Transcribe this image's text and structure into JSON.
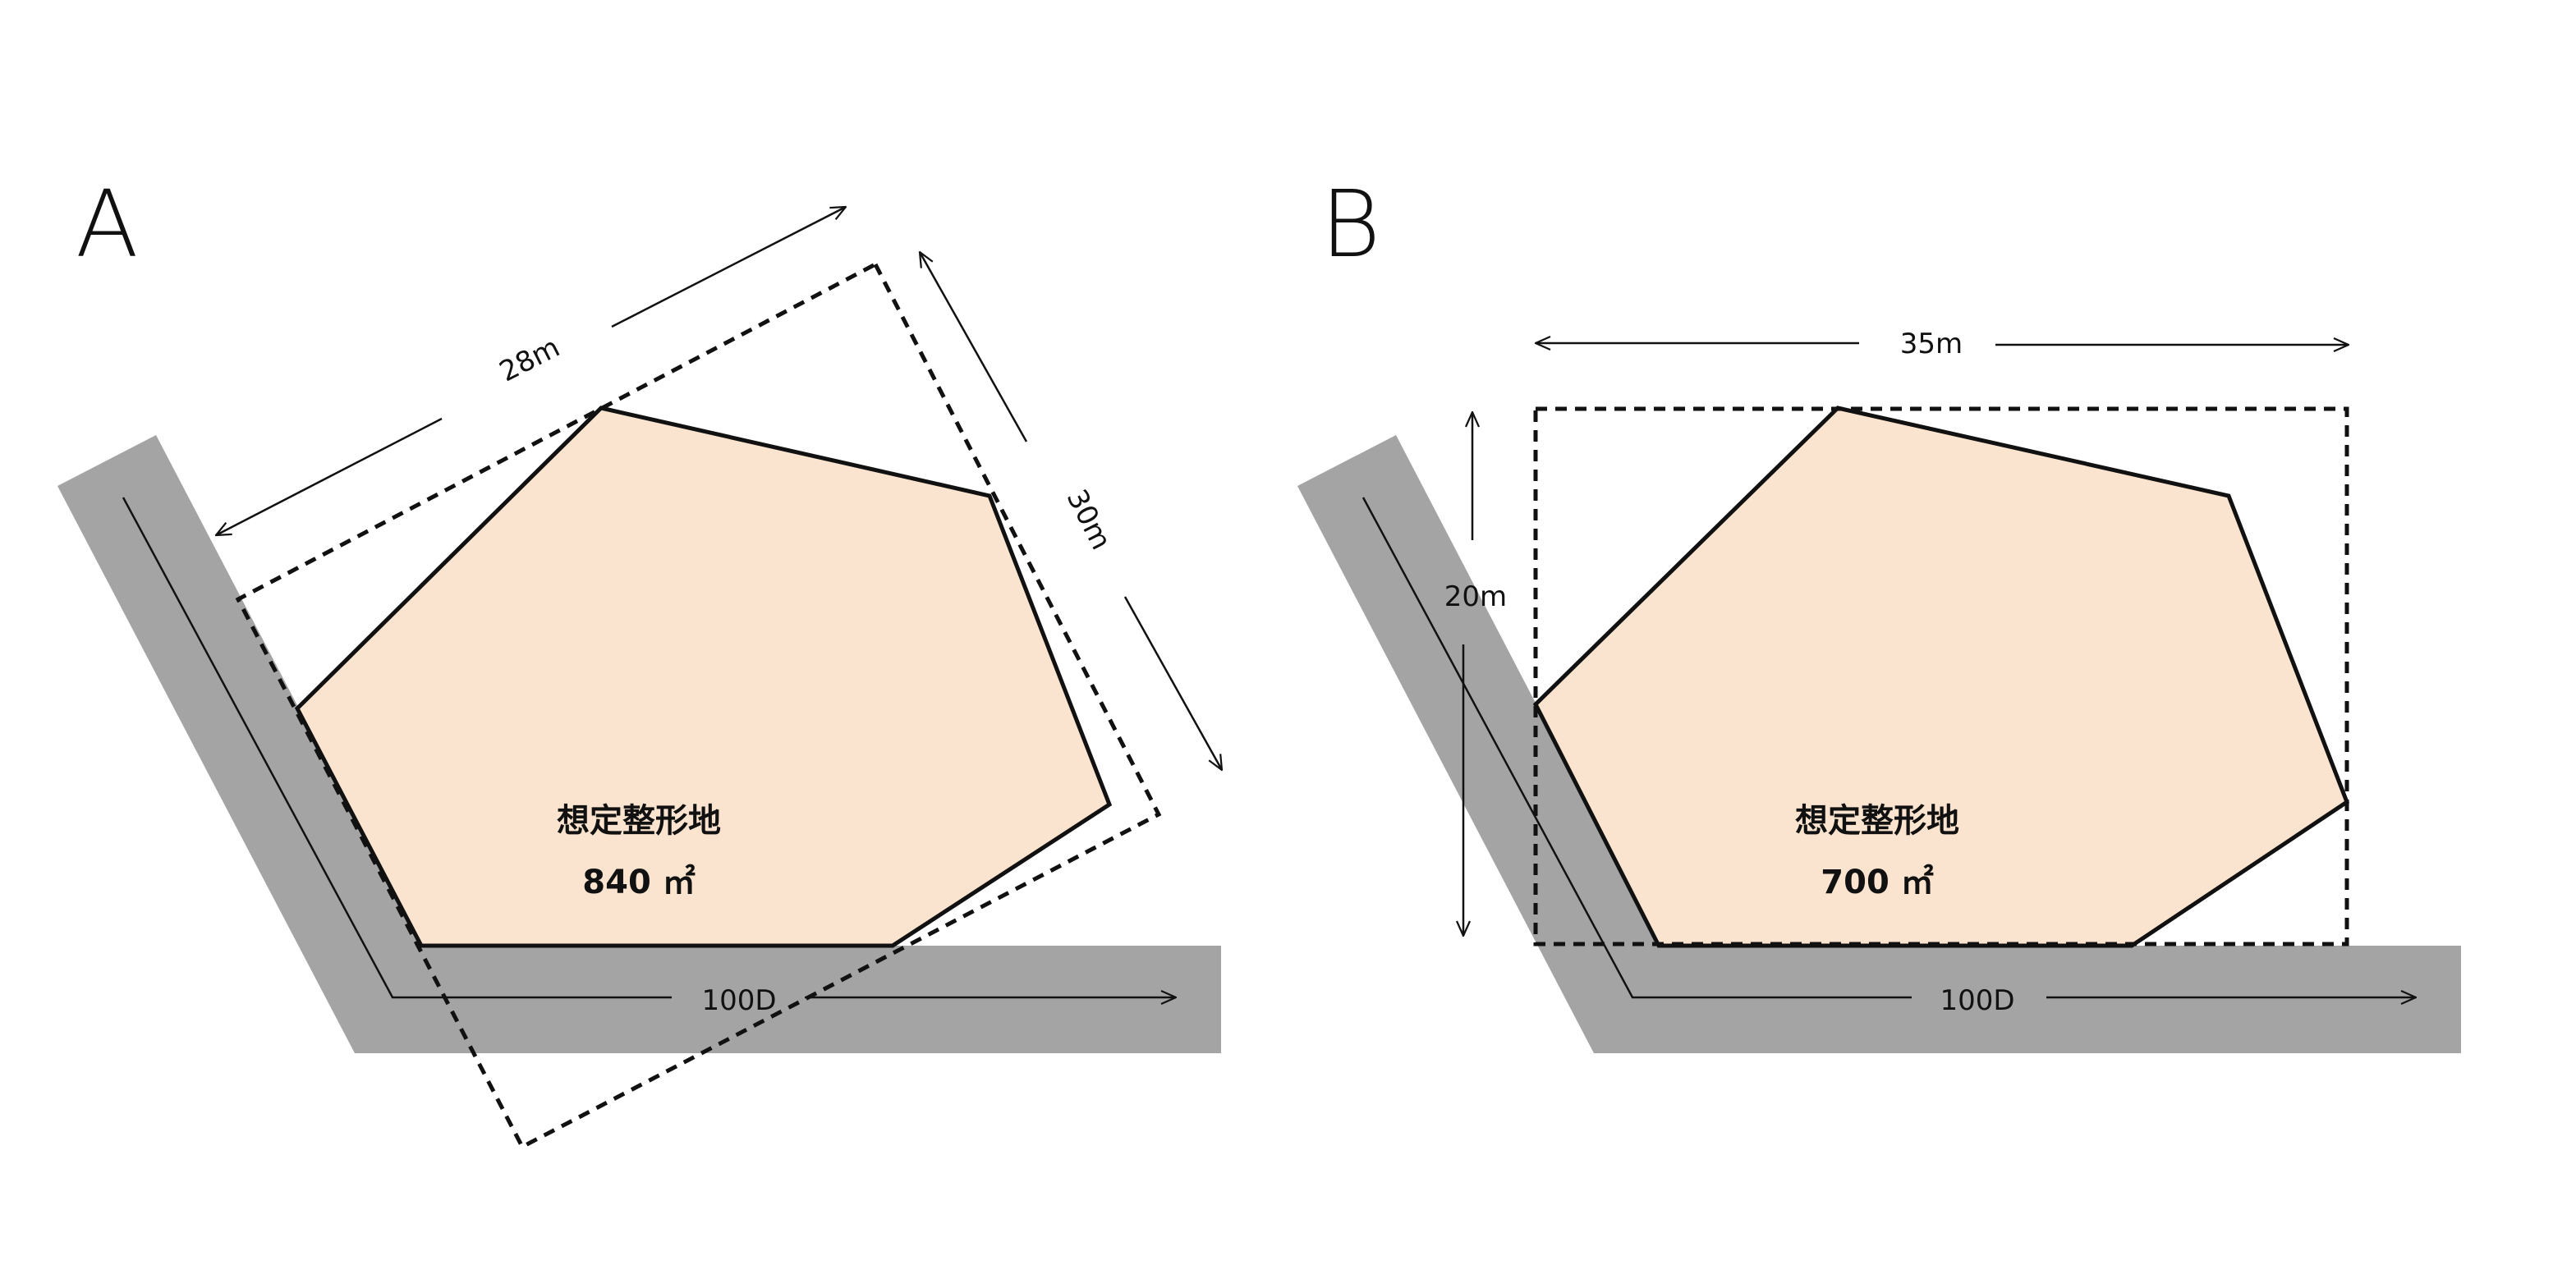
{
  "colors": {
    "road": "#a4a4a4",
    "lot_fill": "#fae4cf",
    "lot_stroke": "#111111",
    "background": "#ffffff"
  },
  "diagrams": [
    {
      "label": "A",
      "dim_width": "28m",
      "dim_depth": "30m",
      "road_label": "100D",
      "lot_title": "想定整形地",
      "lot_area": "840 ㎡"
    },
    {
      "label": "B",
      "dim_width": "35m",
      "dim_depth": "20m",
      "road_label": "100D",
      "lot_title": "想定整形地",
      "lot_area": "700 ㎡"
    }
  ]
}
